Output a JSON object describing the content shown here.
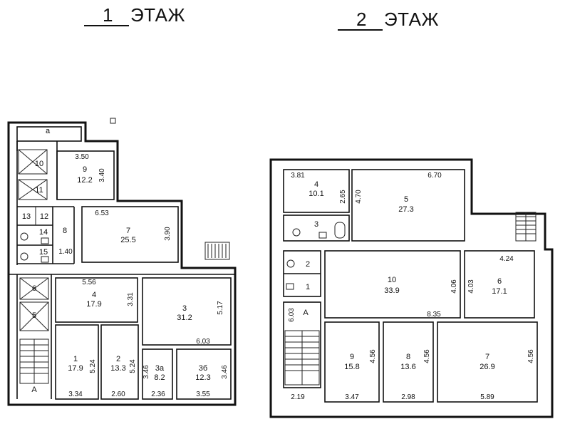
{
  "floor1": {
    "title_number": "1",
    "title_word": "ЭТАЖ",
    "rooms": [
      {
        "id": "r1-a",
        "number": "а",
        "area": ""
      },
      {
        "id": "r1-10",
        "number": "10",
        "area": ""
      },
      {
        "id": "r1-9",
        "number": "9",
        "area": "12.2"
      },
      {
        "id": "r1-11",
        "number": "11",
        "area": ""
      },
      {
        "id": "r1-13",
        "number": "13",
        "area": ""
      },
      {
        "id": "r1-12",
        "number": "12",
        "area": ""
      },
      {
        "id": "r1-8",
        "number": "8",
        "area": ""
      },
      {
        "id": "r1-14",
        "number": "14",
        "area": ""
      },
      {
        "id": "r1-15",
        "number": "15",
        "area": ""
      },
      {
        "id": "r1-7",
        "number": "7",
        "area": "25.5"
      },
      {
        "id": "r1-6",
        "number": "6",
        "area": ""
      },
      {
        "id": "r1-5",
        "number": "5",
        "area": ""
      },
      {
        "id": "r1-4",
        "number": "4",
        "area": "17.9"
      },
      {
        "id": "r1-3",
        "number": "3",
        "area": "31.2"
      },
      {
        "id": "r1-1",
        "number": "1",
        "area": "17.9"
      },
      {
        "id": "r1-2",
        "number": "2",
        "area": "13.3"
      },
      {
        "id": "r1-3a",
        "number": "3а",
        "area": "8.2"
      },
      {
        "id": "r1-3b",
        "number": "3б",
        "area": "12.3"
      },
      {
        "id": "r1-A",
        "number": "А",
        "area": ""
      }
    ],
    "dimensions": [
      "3.50",
      "3.40",
      "6.53",
      "3.90",
      "1.40",
      "5.56",
      "3.31",
      "5.17",
      "6.03",
      "5.24",
      "5.24",
      "3.46",
      "3.46",
      "3.34",
      "2.60",
      "2.36",
      "3.55"
    ]
  },
  "floor2": {
    "title_number": "2",
    "title_word": "ЭТАЖ",
    "rooms": [
      {
        "id": "r2-4",
        "number": "4",
        "area": "10.1"
      },
      {
        "id": "r2-5",
        "number": "5",
        "area": "27.3"
      },
      {
        "id": "r2-3",
        "number": "3",
        "area": ""
      },
      {
        "id": "r2-2",
        "number": "2",
        "area": ""
      },
      {
        "id": "r2-1",
        "number": "1",
        "area": ""
      },
      {
        "id": "r2-10",
        "number": "10",
        "area": "33.9"
      },
      {
        "id": "r2-6",
        "number": "6",
        "area": "17.1"
      },
      {
        "id": "r2-A",
        "number": "А",
        "area": ""
      },
      {
        "id": "r2-9",
        "number": "9",
        "area": "15.8"
      },
      {
        "id": "r2-8",
        "number": "8",
        "area": "13.6"
      },
      {
        "id": "r2-7",
        "number": "7",
        "area": "26.9"
      }
    ],
    "dimensions": [
      "3.81",
      "6.70",
      "2.65",
      "4.70",
      "4.24",
      "4.06",
      "4.03",
      "8.35",
      "6.03",
      "4.56",
      "4.56",
      "4.56",
      "2.19",
      "3.47",
      "2.98",
      "5.89"
    ]
  }
}
